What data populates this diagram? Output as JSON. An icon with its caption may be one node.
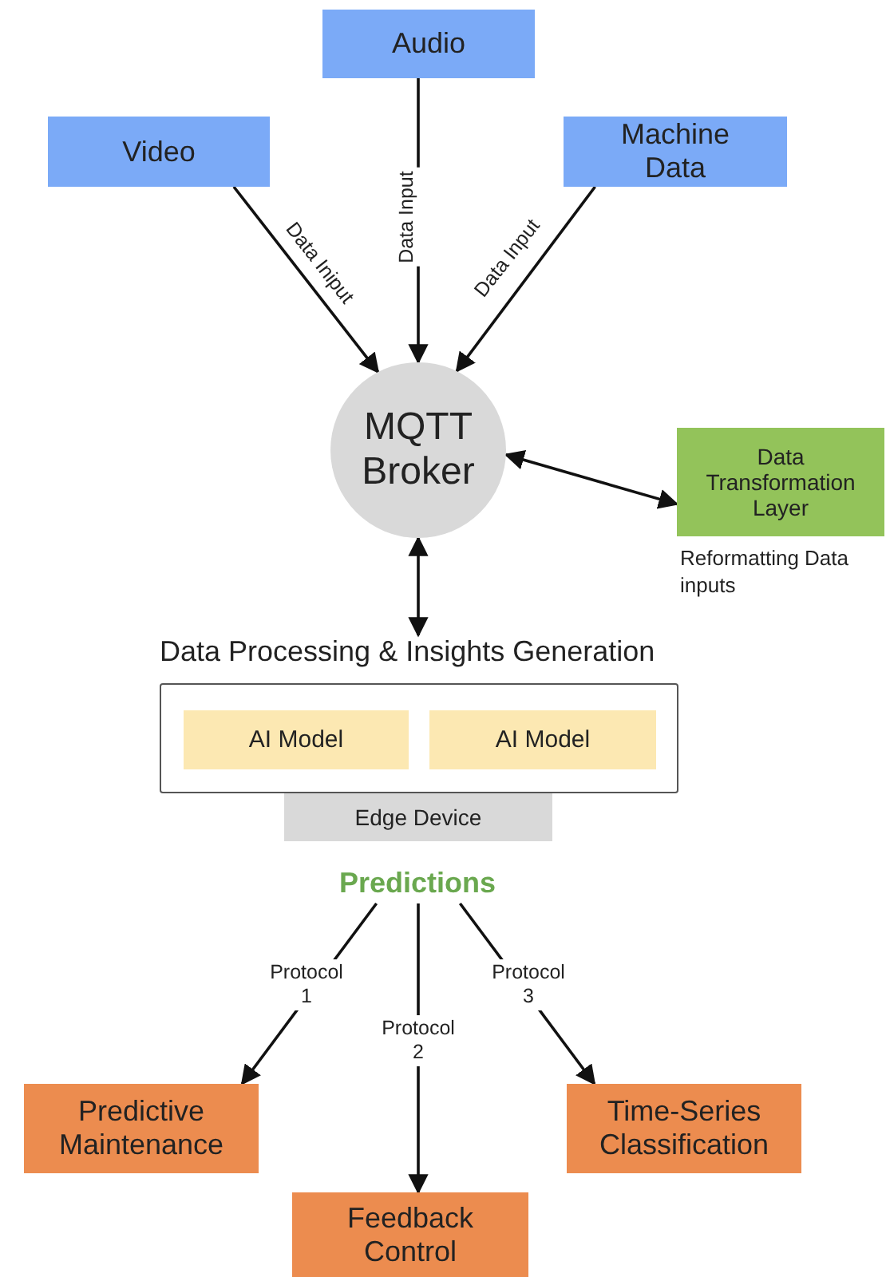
{
  "diagram": {
    "nodes": [
      {
        "text": [
          "Audio"
        ]
      },
      {
        "text": [
          "Video"
        ]
      },
      {
        "text": [
          "Machine Data"
        ]
      },
      {
        "text": [
          "MQTT Broker"
        ]
      },
      {
        "text": [
          "Data Transformation Layer"
        ],
        "beside": [
          "Reformatting Data inputs"
        ]
      },
      {
        "text": [
          "Data Processing & Insights Generation"
        ]
      },
      {
        "text": [
          "AI Model"
        ],
        "in": 5
      },
      {
        "text": [
          "AI Model"
        ],
        "in": 5
      },
      {
        "text": [
          "Edge Device"
        ]
      },
      {
        "text": [
          "Predictions"
        ]
      },
      {
        "text": [
          "Predictive Maintenance"
        ]
      },
      {
        "text": [
          "Time-Series Classification"
        ]
      },
      {
        "text": [
          "Feedback Control"
        ]
      }
    ],
    "edges": [
      {
        "from": 1,
        "to": 3,
        "arrow": "to",
        "label": "Data Iniput"
      },
      {
        "from": 0,
        "to": 3,
        "arrow": "to",
        "label": "Data Input"
      },
      {
        "from": 2,
        "to": 3,
        "arrow": "to",
        "label": "Data Input"
      },
      {
        "from": 3,
        "to": 4,
        "arrow": "both"
      },
      {
        "from": 3,
        "to": 5,
        "arrow": "both"
      },
      {
        "from": 9,
        "to": 10,
        "arrow": "to",
        "label": "Protocol 1"
      },
      {
        "from": 9,
        "to": 12,
        "arrow": "to",
        "label": "Protocol 2"
      },
      {
        "from": 9,
        "to": 11,
        "arrow": "to",
        "label": "Protocol 3"
      }
    ]
  }
}
